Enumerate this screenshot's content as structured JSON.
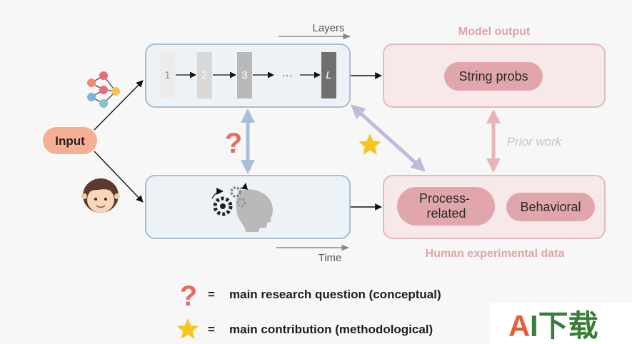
{
  "input_label": "Input",
  "layers_label": "Layers",
  "time_label": "Time",
  "model_layers": [
    "1",
    "2",
    "3",
    "···",
    "L"
  ],
  "model_output": {
    "title": "Model output",
    "items": [
      "String probs"
    ]
  },
  "human_data": {
    "title": "Human experimental data",
    "items": [
      "Process-\nrelated",
      "Behavioral"
    ]
  },
  "prior_work_label": "Prior work",
  "legend": [
    {
      "symbol": "?",
      "equals": "=",
      "text": "main research question (conceptual)"
    },
    {
      "symbol": "★",
      "equals": "=",
      "text": "main contribution (methodological)"
    }
  ],
  "watermark": "AI下载",
  "colors": {
    "model_box_fill": "#edf2f7",
    "model_box_stroke": "#a9bdd4",
    "output_box_fill": "#f7e9ea",
    "output_box_stroke": "#e3b9bd",
    "pill_fill": "#e1a6ab",
    "title_color": "#e2a3a8",
    "input_pill": "#f5b094",
    "question_mark": "#e86a62",
    "star": "#f7c51b",
    "arrow_blue": "#a8bfd9",
    "arrow_pink": "#e7b4b9",
    "arrow_purple": "#c2b8d8"
  }
}
